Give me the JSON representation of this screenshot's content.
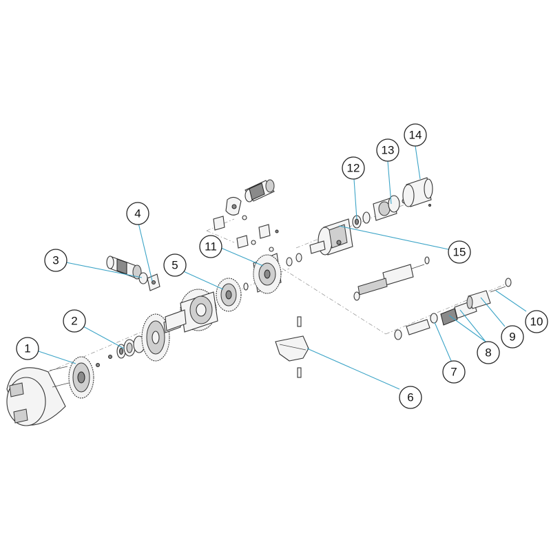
{
  "diagram": {
    "callouts": [
      "1",
      "2",
      "3",
      "4",
      "5",
      "6",
      "7",
      "8",
      "9",
      "10",
      "11",
      "12",
      "13",
      "14",
      "15"
    ],
    "colors": {
      "leader": "#3aa3c6",
      "outline": "#222222"
    }
  }
}
